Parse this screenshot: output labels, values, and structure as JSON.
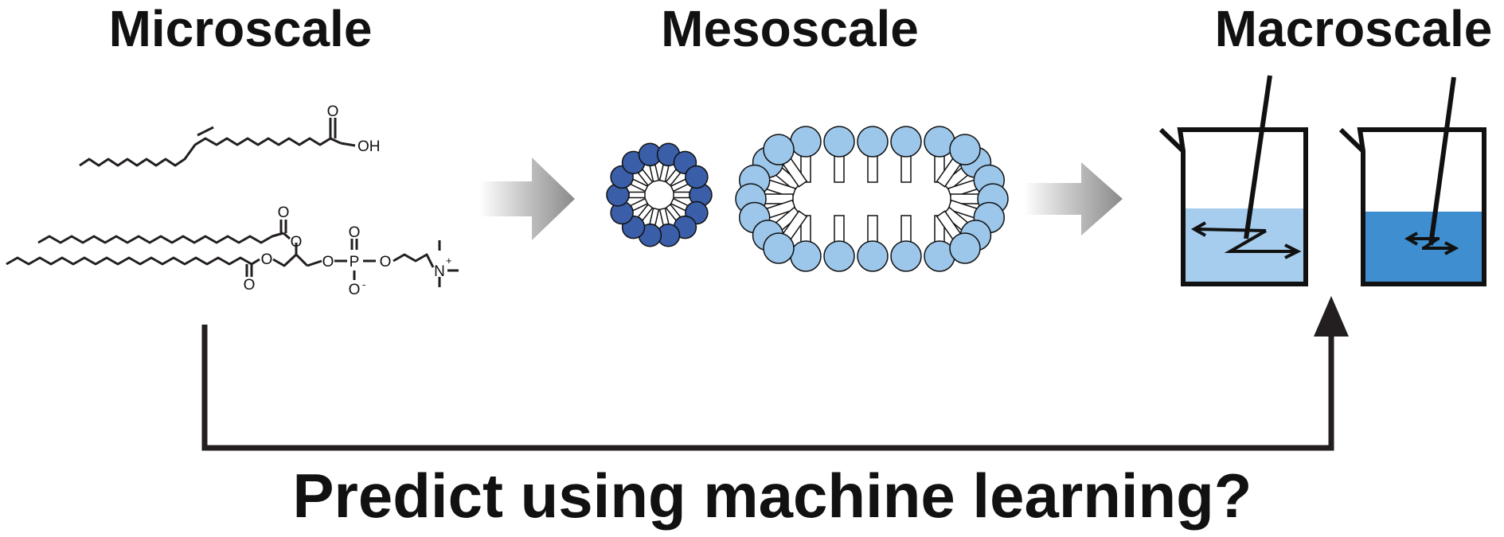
{
  "titles": {
    "microscale": "Microscale",
    "mesoscale": "Mesoscale",
    "macroscale": "Macroscale"
  },
  "question": "Predict using machine learning?",
  "chemistry": {
    "oleic_acid": {
      "oxygen": "O",
      "hydroxyl": "OH"
    },
    "phospholipid": {
      "oxygen": "O",
      "phosphorus": "P",
      "minus": "-",
      "nitrogen": "N",
      "plus": "+"
    }
  },
  "icons": [
    "right-arrow-icon",
    "micelle-icon",
    "vesicle-icon",
    "beaker-icon",
    "stir-rod-icon",
    "feedback-arrow-icon"
  ],
  "colors": {
    "dark_blue": "#3a5ea8",
    "light_blue": "#9cc6ea",
    "dark_liquid": "#3f8fd0",
    "light_liquid": "#a7cdee",
    "arrow_gray": "#8a8a8a",
    "ink": "#231f20"
  }
}
